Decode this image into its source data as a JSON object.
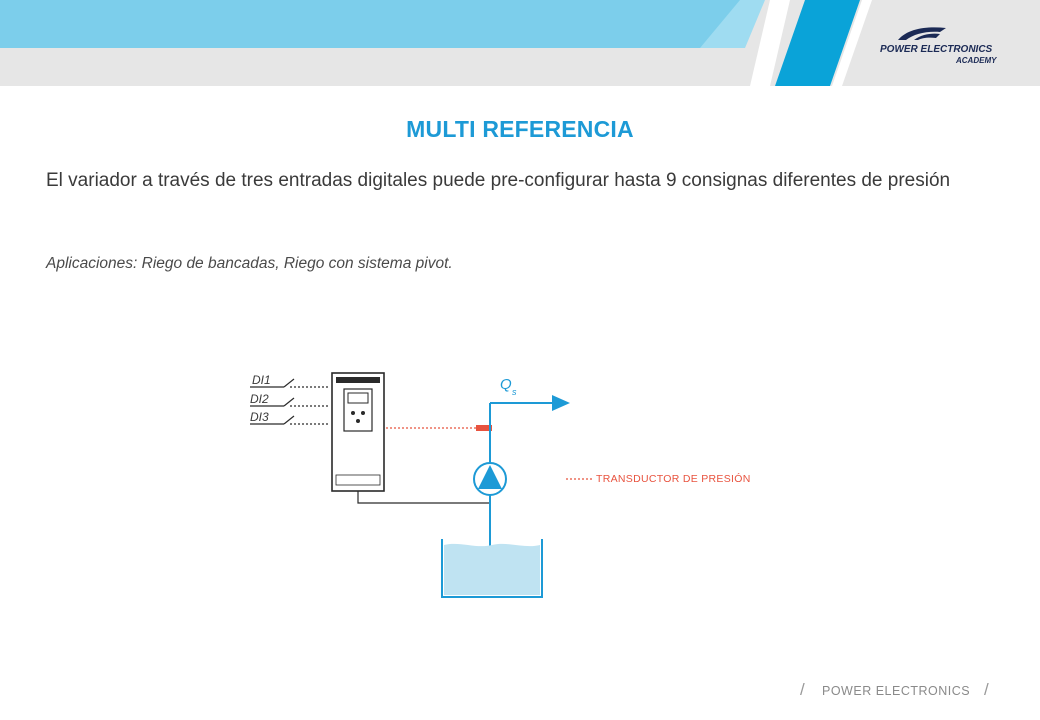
{
  "brand": {
    "logo_name": "POWER ELECTRONICS",
    "logo_sub": "ACADEMY",
    "footer_text": "POWER ELECTRONICS",
    "colors": {
      "accent_blue": "#1d9ad6",
      "dark_navy": "#1b2a55",
      "transducer_red": "#e8533f",
      "water": "#bfe3f2"
    }
  },
  "slide": {
    "title": "MULTI REFERENCIA",
    "description": "El variador a través de tres entradas digitales puede pre-configurar hasta 9 consignas diferentes de presión",
    "applications": "Aplicaciones: Riego de bancadas, Riego con sistema pivot."
  },
  "diagram": {
    "inputs": [
      "DI1",
      "DI2",
      "DI3"
    ],
    "flow_symbol": "Q",
    "flow_subscript": "s",
    "transducer_label": "TRANSDUCTOR DE PRESIÓN",
    "icons": [
      "drive-icon",
      "pump-icon",
      "tank-icon",
      "arrow-right-icon"
    ]
  }
}
